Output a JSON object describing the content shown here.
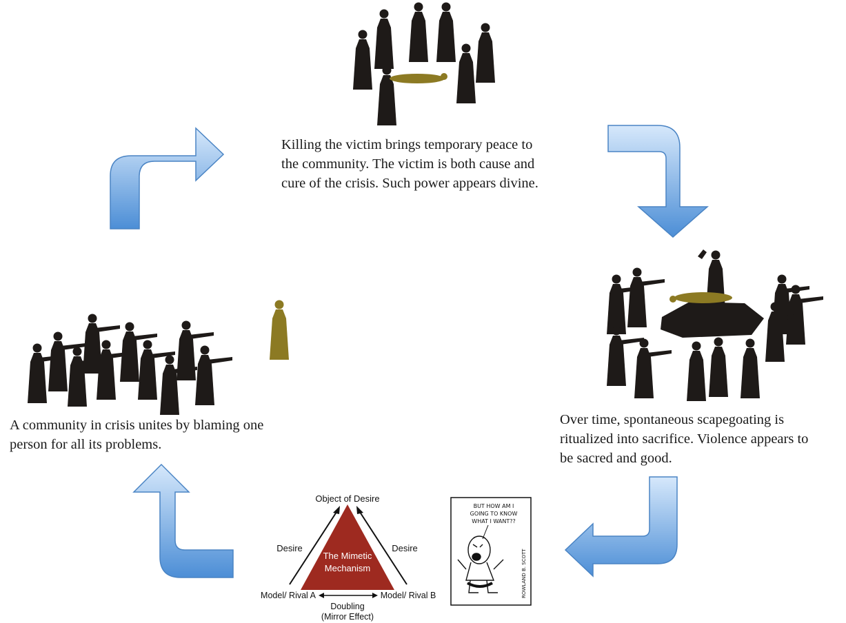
{
  "captions": {
    "top": [
      "Killing the victim brings temporary peace to",
      "the community. The victim is both cause and",
      "cure of  the crisis. Such power appears divine."
    ],
    "left": [
      "A community in crisis unites by blaming one",
      "person for all its problems."
    ],
    "right": [
      "Over time, spontaneous scapegoating is",
      "ritualized into sacrifice. Violence appears to",
      "be sacred and good."
    ]
  },
  "triangle": {
    "apex": "Object of Desire",
    "center": [
      "The Mimetic",
      "Mechanism"
    ],
    "left_edge": "Desire",
    "right_edge": "Desire",
    "bottom_left": "Model/ Rival A",
    "bottom_right": "Model/ Rival B",
    "base": [
      "Doubling",
      "(Mirror Effect)"
    ]
  },
  "cartoon": {
    "speech": [
      "BUT HOW AM I",
      "GOING TO KNOW",
      "WHAT I WANT??"
    ],
    "signature": "ROWLAND B. SCOTT"
  },
  "colors": {
    "silhouette": "#1e1a18",
    "victim": "#8c7a23",
    "arrow_light": "#bcd8f5",
    "arrow_dark": "#4f8fd4",
    "triangle_fill": "#9e2a20"
  }
}
